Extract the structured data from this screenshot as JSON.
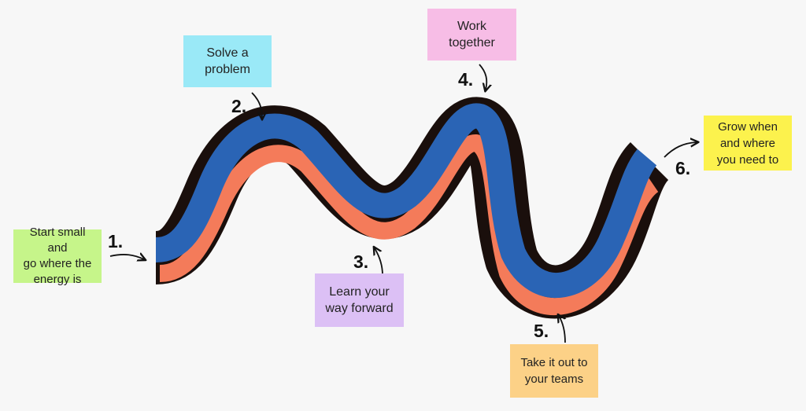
{
  "steps": [
    {
      "number": "1.",
      "text": "Start small and\ngo where the\nenergy is",
      "color": "#c6f58a"
    },
    {
      "number": "2.",
      "text": "Solve a\nproblem",
      "color": "#9ae9f7"
    },
    {
      "number": "3.",
      "text": "Learn your\nway forward",
      "color": "#dcc0f5"
    },
    {
      "number": "4.",
      "text": "Work\ntogether",
      "color": "#f7bde6"
    },
    {
      "number": "5.",
      "text": "Take it out to\nyour teams",
      "color": "#fcd187"
    },
    {
      "number": "6.",
      "text": "Grow when\nand where\nyou need to",
      "color": "#fcf24d"
    }
  ],
  "ribbon": {
    "outline_color": "#1a0f0c",
    "front_color": "#2a64b5",
    "back_color": "#f47b5a"
  }
}
